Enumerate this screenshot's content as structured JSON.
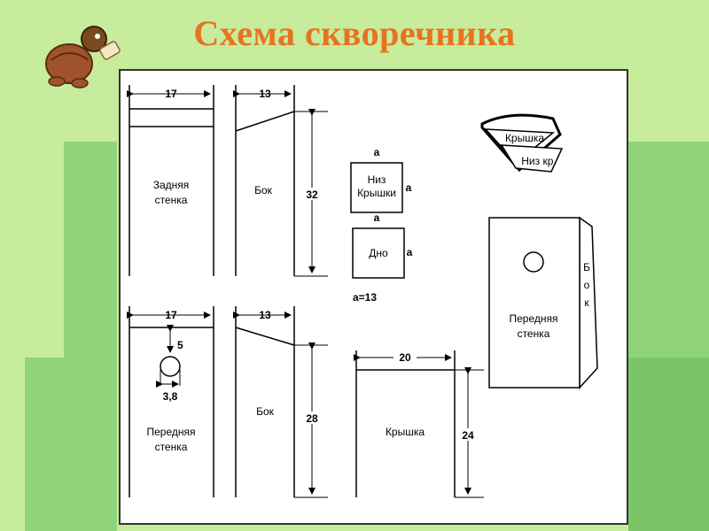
{
  "title": "Схема скворечника",
  "colors": {
    "background": "#c6ec9c",
    "title": "#e8731f",
    "panel": "#ffffff",
    "green_block": "#8fd37a"
  },
  "icon": "turtle-mascot-icon",
  "diagram": {
    "back_wall": {
      "label_line1": "Задняя",
      "label_line2": "стенка",
      "width": "17"
    },
    "side_top": {
      "label": "Бок",
      "width": "13",
      "height": "32"
    },
    "roof_bottom": {
      "label_line1": "Низ",
      "label_line2": "Крышки",
      "side": "а"
    },
    "bottom": {
      "label": "Дно",
      "side": "а"
    },
    "a_value": "а=13",
    "roof_3d": {
      "top_label": "Крышка",
      "bottom_label": "Низ кр."
    },
    "front_3d": {
      "label_line1": "Передняя",
      "label_line2": "стенка",
      "side_letters": [
        "Б",
        "о",
        "к"
      ]
    },
    "front_wall": {
      "label_line1": "Передняя",
      "label_line2": "стенка",
      "width": "17",
      "hole_offset": "5",
      "hole_diameter": "3,8"
    },
    "side_bottom": {
      "label": "Бок",
      "width": "13",
      "height": "28"
    },
    "roof": {
      "label": "Крышка",
      "width": "20",
      "height": "24"
    }
  }
}
